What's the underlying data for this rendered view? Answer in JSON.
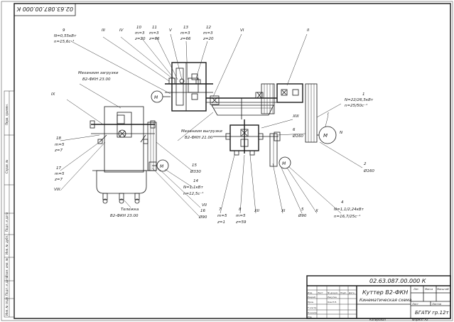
{
  "stamp_code": "02.63.087.00.000 К",
  "title_code": "02.63.087.00.000 К",
  "title_name": "Куттер В2-ФКН",
  "title_subtitle": "Кинематическая схема",
  "org": "БГАТУ гр.12т",
  "format": "Формат А2",
  "copied": "Копировал",
  "tb_cols": [
    "Изм.",
    "Лист",
    "№ докум.",
    "Подп.",
    "Дата"
  ],
  "tb_rows": [
    "Разраб.",
    "Пров.",
    "Т.контр.",
    "Н.контр.",
    "Утв."
  ],
  "tb_names": [
    "Ракутин",
    "Ков.П.П."
  ],
  "tb_right": [
    "Лит.",
    "Масса",
    "Масштаб"
  ],
  "tb_sheet": [
    "Лист",
    "Листов"
  ],
  "side_labels": [
    "Перв. примен.",
    "Справ. №",
    "Подп. и дата",
    "Инв. № дубл.",
    "Взам. инв. №",
    "Подп. и дата",
    "Инв. № подл."
  ],
  "labels": {
    "n9": "9",
    "n9_spec": "N=0,55кВт",
    "n9_rpm": "n=15,6с⁻¹",
    "mech_load": "Механизм загрузки",
    "mech_load_code": "В2-ФКН 23.00",
    "rom3": "III",
    "rom4": "IV",
    "n10": "10",
    "m10": "m=3",
    "z10": "z=20",
    "n11": "11",
    "m11": "m=3",
    "z11": "z=66",
    "rom5": "V",
    "n13": "13",
    "m13": "m=3",
    "z13": "z=66",
    "n12": "12",
    "m12": "m=3",
    "z12": "z=20",
    "rom6": "VI",
    "rom2": "II",
    "rom9": "IX",
    "mech_unload": "Механизм выгрузки",
    "mech_unload_code": "В2-ФКН 21.00",
    "n1": "1",
    "n1_spec": "N=22/26,5кВт",
    "n1_rpm": "n=25/50с⁻¹",
    "rom1": "I",
    "motor_N": "N",
    "n18": "18",
    "m18": "m=5",
    "z18": "z=7",
    "n17": "17",
    "m17": "m=5",
    "z17": "z=7",
    "rom8": "VIII",
    "rom12": "XIII",
    "n6": "6",
    "d6": "Ø160",
    "n2": "2",
    "d2": "Ø160",
    "n15": "15",
    "d15": "Ø330",
    "n14": "14",
    "n14_spec": "N=1,1кВт",
    "n14_rpm": "n=12,5с⁻¹",
    "rom7": "VII",
    "n16": "16",
    "d16": "Ø90",
    "cart": "Тележка",
    "cart_code": "В2-ФКН 23.00",
    "n7": "7",
    "m7": "m=5",
    "z7": "z=1",
    "n8": "8",
    "m8": "m=5",
    "z8": "z=59",
    "rom12b": "XII",
    "rom11": "XI",
    "n5": "5",
    "d5": "Ø90",
    "rom10": "X",
    "n4": "4",
    "n4_spec": "N=1,1/2,24кВт",
    "n4_rpm": "n=16,7/25с⁻¹"
  }
}
